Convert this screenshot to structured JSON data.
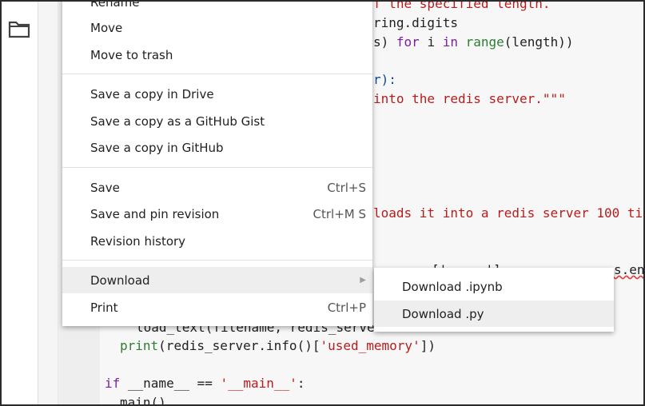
{
  "menu": {
    "items": [
      {
        "label": "Rename",
        "shortcut": ""
      },
      {
        "label": "Move",
        "shortcut": ""
      },
      {
        "label": "Move to trash",
        "shortcut": ""
      },
      {
        "label": "Save a copy in Drive",
        "shortcut": ""
      },
      {
        "label": "Save a copy as a GitHub Gist",
        "shortcut": ""
      },
      {
        "label": "Save a copy in GitHub",
        "shortcut": ""
      },
      {
        "label": "Save",
        "shortcut": "Ctrl+S"
      },
      {
        "label": "Save and pin revision",
        "shortcut": "Ctrl+M S"
      },
      {
        "label": "Revision history",
        "shortcut": ""
      },
      {
        "label": "Download",
        "shortcut": ""
      },
      {
        "label": "Print",
        "shortcut": "Ctrl+P"
      }
    ]
  },
  "submenu": {
    "items": [
      {
        "label": "Download .ipynb"
      },
      {
        "label": "Download .py"
      }
    ]
  },
  "code": {
    "l1": "f the specified length.",
    "l2": "ring.digits",
    "l3_a": "s) ",
    "l3_b": "for",
    "l3_c": " i ",
    "l3_d": "in",
    "l3_e": " ",
    "l3_f": "range",
    "l3_g": "(length))",
    "l4": "r):",
    "l5": "into the redis server.\"\"\"",
    "l6": "loads it into a redis server 100 ti",
    "l7_a": "['",
    "l7_b": "']",
    "l7_c": "s.env",
    "l8": "load_text(filename, redis_serve",
    "l9_a": "print",
    "l9_b": "(redis_server.info()[",
    "l9_c": "'used_memory'",
    "l9_d": "])",
    "l10_a": "if",
    "l10_b": " __name__ == ",
    "l10_c": "'__main__'",
    "l10_d": ":",
    "l11": "main()"
  },
  "icons": {
    "folder": "folder-icon",
    "submenu_arrow": "triangle-right-icon"
  }
}
